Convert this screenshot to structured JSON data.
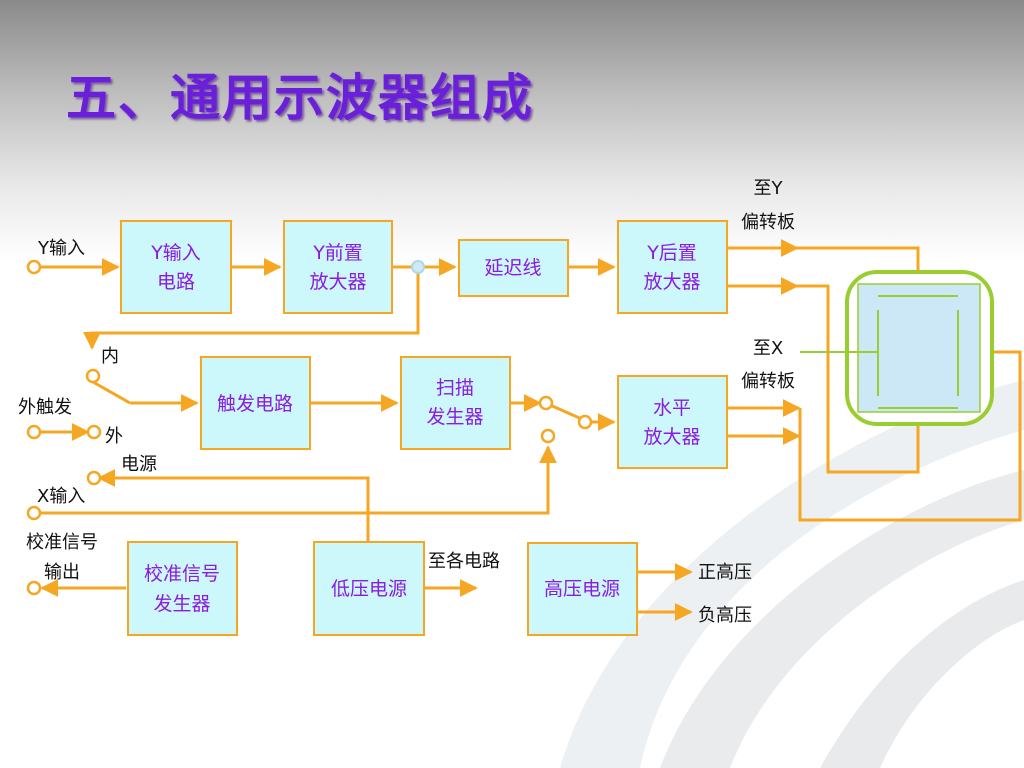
{
  "title": "五、通用示波器组成",
  "blocks": {
    "y_input_circuit": [
      "Y输入",
      "电路"
    ],
    "y_preamp": [
      "Y前置",
      "放大器"
    ],
    "delay_line": [
      "延迟线"
    ],
    "y_postamp": [
      "Y后置",
      "放大器"
    ],
    "trigger_circuit": [
      "触发电路"
    ],
    "sweep_generator": [
      "扫描",
      "发生器"
    ],
    "horizontal_amp": [
      "水平",
      "放大器"
    ],
    "calibration_generator": [
      "校准信号",
      "发生器"
    ],
    "low_voltage_supply": [
      "低压电源"
    ],
    "high_voltage_supply": [
      "高压电源"
    ]
  },
  "labels": {
    "y_input": "Y输入",
    "to_y_plate": [
      "至Y",
      "偏转板"
    ],
    "to_x_plate": [
      "至X",
      "偏转板"
    ],
    "internal": "内",
    "external_trigger": "外触发",
    "external": "外",
    "power": "电源",
    "x_input": "X输入",
    "calibration_output": [
      "校准信号",
      "输出"
    ],
    "to_circuits": "至各电路",
    "positive_hv": "正高压",
    "negative_hv": "负高压"
  },
  "colors": {
    "title": "#6a20d8",
    "box_fill": "#ccf7fb",
    "box_border": "#f5a623",
    "box_text": "#8a1be0",
    "line": "#f5a623",
    "crt_border": "#9acd32",
    "crt_fill": "#cce8f6"
  }
}
